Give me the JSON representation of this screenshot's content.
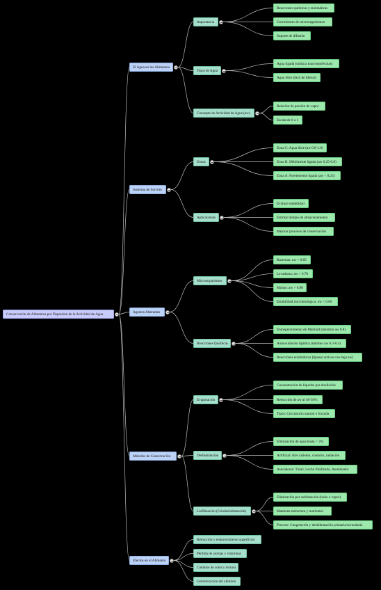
{
  "colors": {
    "background": "#000000",
    "connector": "#bfbfbf",
    "root_fill": "#c9ccfb",
    "branch_fill": "#bcd2f7",
    "sub_fill": "#a6dfcc",
    "leaf_fill": "#9ce8ad"
  },
  "toggle_icon": "collapse-circle-icon",
  "root": {
    "label": "Conservación de Alimentos por Depresión de la Actividad de Agua",
    "children": [
      {
        "label": "El Agua en los Alimentos",
        "children": [
          {
            "label": "Importancia",
            "children": [
              {
                "label": "Reacciones químicas y enzimáticas"
              },
              {
                "label": "Crecimiento de microorganismos"
              },
              {
                "label": "Soporte de difusión"
              }
            ]
          },
          {
            "label": "Tipos de Agua",
            "children": [
              {
                "label": "Agua ligada (unida a macromoléculas)"
              },
              {
                "label": "Agua libre (fácil de liberar)"
              }
            ]
          },
          {
            "label": "Concepto de Actividad de Agua (aw)",
            "children": [
              {
                "label": "Relación de presión de vapor"
              },
              {
                "label": "Escala de 0 a 1"
              }
            ]
          }
        ]
      },
      {
        "label": "Isoterma de Sorción",
        "children": [
          {
            "label": "Zonas",
            "children": [
              {
                "label": "Zona C: Agua libre (aw 0.8-1.0)"
              },
              {
                "label": "Zona B: Débilmente ligada (aw 0.25-0.8)"
              },
              {
                "label": "Zona A: Fuertemente ligada (aw < 0.25)"
              }
            ]
          },
          {
            "label": "Aplicaciones",
            "children": [
              {
                "label": "Evaluar estabilidad"
              },
              {
                "label": "Estimar tiempo de almacenamiento"
              },
              {
                "label": "Mejorar procesos de conservación"
              }
            ]
          }
        ]
      },
      {
        "label": "Agentes Alterantes",
        "children": [
          {
            "label": "Microorganismos",
            "children": [
              {
                "label": "Bacterias: aw > 0.85"
              },
              {
                "label": "Levaduras: aw > 0.70"
              },
              {
                "label": "Mohos: aw > 0.80"
              },
              {
                "label": "Estabilidad microbiológica: aw < 0.60"
              }
            ]
          },
          {
            "label": "Reacciones Químicas",
            "children": [
              {
                "label": "Enmegrecimiento de Maillard (máximo aw 0.8)"
              },
              {
                "label": "Autooxidación lipídica (mínimo aw 0.3-0.4)"
              },
              {
                "label": "Reacciones enzimáticas (lipasas activas con baja aw)"
              }
            ]
          }
        ]
      },
      {
        "label": "Métodos de Conservación",
        "children": [
          {
            "label": "Evaporación",
            "children": [
              {
                "label": "Concentración de líquidos por ebullición"
              },
              {
                "label": "Reducción de aw al 40-50%"
              },
              {
                "label": "Tipos: Circulación natural o forzada"
              }
            ]
          },
          {
            "label": "Deshidratación",
            "children": [
              {
                "label": "Eliminación de agua hasta < 3%"
              },
              {
                "label": "Artificial: Aire caliente, contacto, radiación"
              },
              {
                "label": "Asecadores: Túnel, Lecho fluidizado, Atomizador"
              }
            ]
          },
          {
            "label": "Liofilización (Criodeshidratación)",
            "children": [
              {
                "label": "Eliminación por sublimación (hielo a vapor)"
              },
              {
                "label": "Mantiene estructura y nutrientes"
              },
              {
                "label": "Proceso: Congelación y deshidratación primaria/secundaria"
              }
            ]
          }
        ]
      },
      {
        "label": "Efectos en el Alimento",
        "children": [
          {
            "label": "Retracción y endurecimiento superficial"
          },
          {
            "label": "Pérdida de aromas y vitaminas"
          },
          {
            "label": "Cambios de color y textura"
          },
          {
            "label": "Gelatinización del almidón"
          }
        ]
      }
    ]
  }
}
